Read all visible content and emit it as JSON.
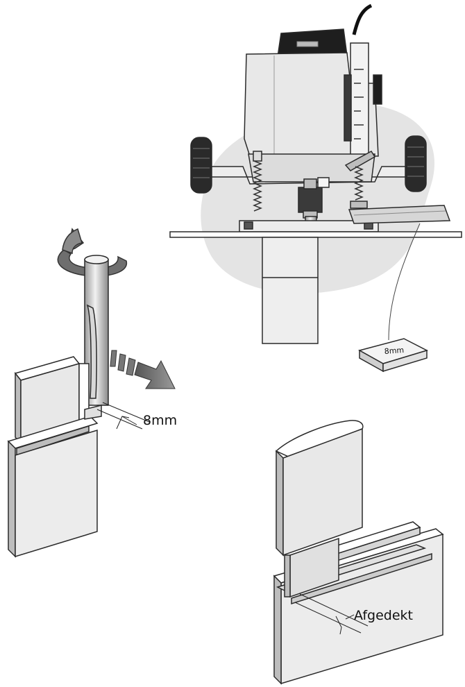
{
  "labels": {
    "groove_width": "8mm",
    "template_gauge": "8mm",
    "covered": "Afgedekt"
  },
  "icons": {
    "router": "router-tool-icon",
    "rotation": "rotation-arrow-icon",
    "feed": "feed-direction-arrow-icon"
  },
  "colors": {
    "outline": "#2a2a2a",
    "light_grey": "#e6e6e6",
    "mid_grey": "#bdbdbd",
    "dark": "#262626"
  }
}
